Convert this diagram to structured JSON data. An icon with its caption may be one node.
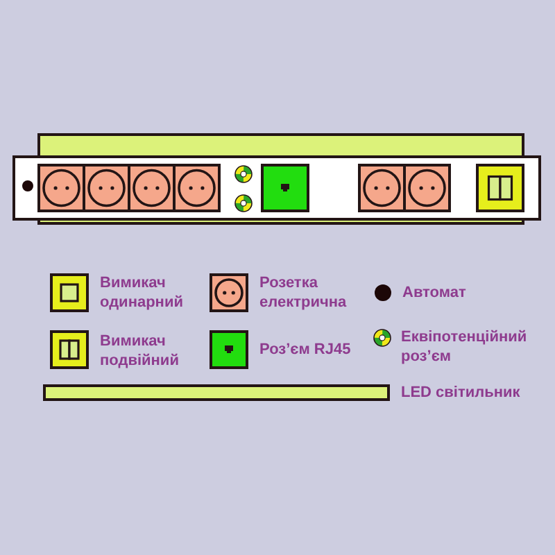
{
  "diagram": {
    "legend": [
      {
        "text": "Вимикач одинарний"
      },
      {
        "text": "Розетка електрична"
      },
      {
        "text": "Автомат"
      },
      {
        "text": "Вимикач подвійний"
      },
      {
        "text": "Роз’єм RJ45"
      },
      {
        "text": "Еквіпотенційний роз’єм"
      },
      {
        "text": "LED світильник"
      }
    ]
  }
}
